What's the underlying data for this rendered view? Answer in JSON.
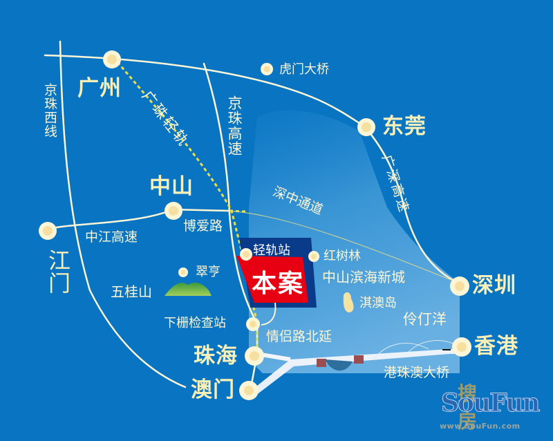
{
  "colors": {
    "background": "#0874c2",
    "sea_light": "#5aa7dc",
    "road": "#fdf6d6",
    "rail_dashed": "#e8e04a",
    "project_red": "#e60012",
    "project_navy": "#0a3a8a",
    "node_outer": "#fdf6d6",
    "node_inner": "#f7dfa0"
  },
  "cities": {
    "guangzhou": "广州",
    "dongguan": "东莞",
    "zhongshan": "中山",
    "jiangmen": "江门",
    "shenzhen": "深圳",
    "zhuhai": "珠海",
    "macau": "澳门",
    "hongkong": "香港"
  },
  "roads": {
    "jingzhu_west": "京珠西线",
    "guangzhu_rail": "广珠轻轨",
    "jingzhu_expressway": "京珠高速",
    "guangshen_expressway": "广深高速",
    "shenzhong_channel": "深中通道",
    "zhongjiang_expressway": "中江高速",
    "boai_road": "博爱路",
    "qinglv_road_ext": "情侣路北延",
    "hzm_bridge": "港珠澳大桥"
  },
  "pois": {
    "humen_bridge": "虎门大桥",
    "cuiheng": "翠亨",
    "wuguishan": "五桂山",
    "hongshulin": "红树林",
    "zs_coastal_city": "中山滨海新城",
    "qiao_island": "淇澳岛",
    "lingding_sea": "伶仃洋",
    "xiazha_checkpoint": "下栅检查站",
    "light_rail_station": "轻轨站"
  },
  "project": {
    "label": "本案"
  },
  "watermark": {
    "cn": "搜房",
    "en": "SouFun",
    "url": "www.SouFun.com"
  }
}
